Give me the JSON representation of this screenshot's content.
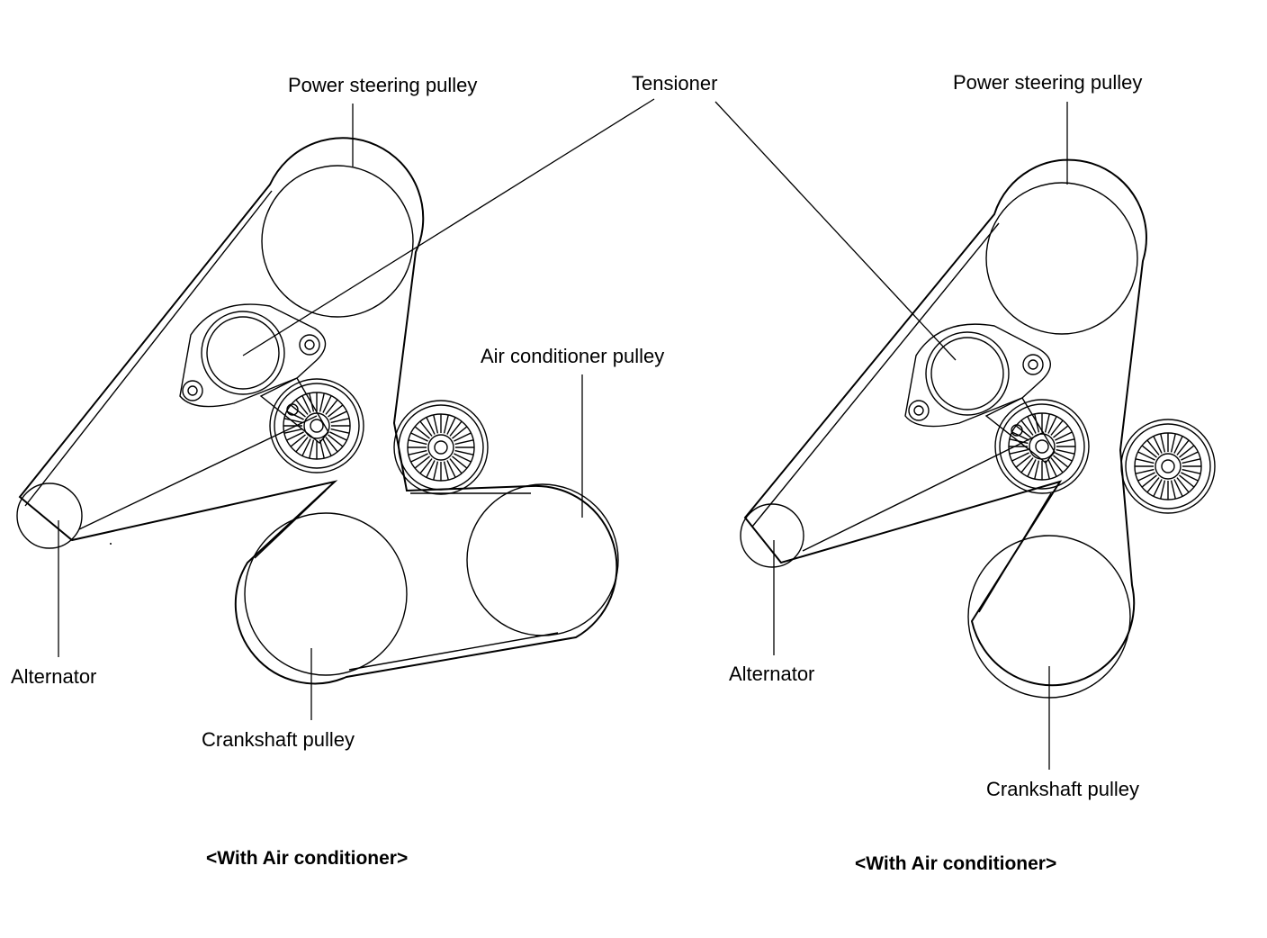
{
  "diagrams": [
    {
      "labels": {
        "power_steering": "Power steering pulley",
        "tensioner": "Tensioner",
        "air_conditioner": "Air conditioner pulley",
        "alternator": "Alternator",
        "crankshaft": "Crankshaft pulley"
      },
      "caption": "<With Air conditioner>"
    },
    {
      "labels": {
        "power_steering": "Power steering pulley",
        "alternator": "Alternator",
        "crankshaft": "Crankshaft pulley"
      },
      "caption": "<With Air conditioner>"
    }
  ],
  "colors": {
    "ink": "#000000",
    "paper": "#ffffff"
  }
}
